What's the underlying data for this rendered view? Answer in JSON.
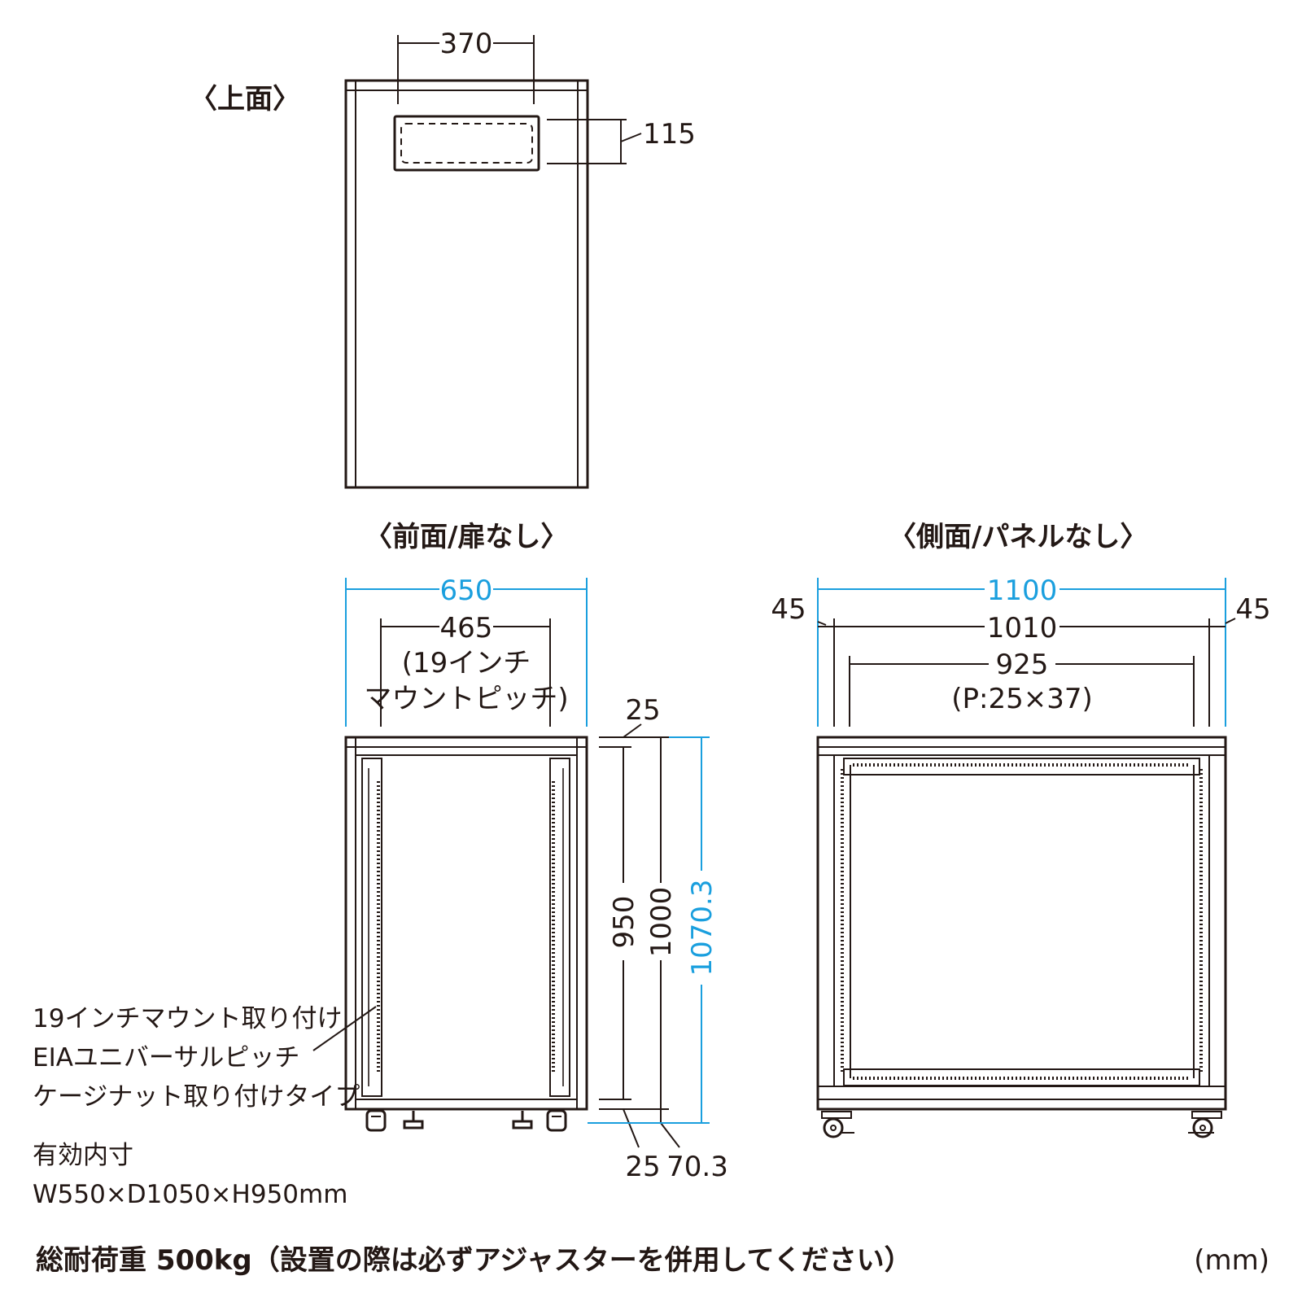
{
  "views": {
    "top": "〈上面〉",
    "front": "〈前面/扉なし〉",
    "side": "〈側面/パネルなし〉"
  },
  "dims": {
    "top_width": "370",
    "top_depth": "115",
    "front_width": "650",
    "front_mount": "465",
    "front_mount_note1": "(19インチ",
    "front_mount_note2": "マウントピッチ)",
    "front_top": "25",
    "front_h950": "950",
    "front_h1000": "1000",
    "front_h1070": "1070.3",
    "front_bottom25": "25",
    "front_bottom70": "70.3",
    "side_width": "1100",
    "side_left": "45",
    "side_right": "45",
    "side_1010": "1010",
    "side_925": "925",
    "side_pitch": "(P:25×37)"
  },
  "notes": {
    "mount1": "19インチマウント取り付け",
    "mount2": "EIAユニバーサルピッチ",
    "mount3": "ケージナット取り付けタイプ",
    "inner_label": "有効内寸",
    "inner_dims": "W550×D1050×H950mm",
    "load": "総耐荷重 500kg（設置の際は必ずアジャスターを併用してください）",
    "unit": "(mm)"
  },
  "colors": {
    "line": "#231815",
    "accent": "#1a9fde"
  }
}
